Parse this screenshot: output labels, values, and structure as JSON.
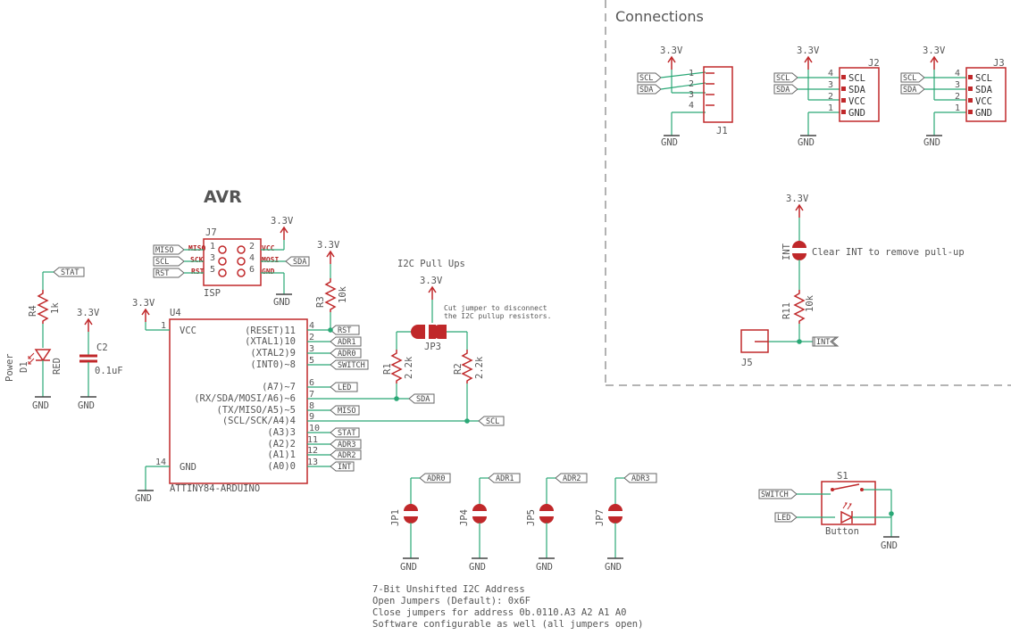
{
  "sections": {
    "avr_title": "AVR",
    "connections_title": "Connections",
    "pullups_title": "I2C Pull Ups"
  },
  "power": {
    "v33": "3.3V",
    "gnd": "GND"
  },
  "net_labels": {
    "scl": "SCL",
    "sda": "SDA",
    "rst": "RST",
    "miso": "MISO",
    "stat": "STAT",
    "int": "INT",
    "adr0": "ADR0",
    "adr1": "ADR1",
    "adr2": "ADR2",
    "adr3": "ADR3",
    "switch": "SWITCH",
    "led": "LED"
  },
  "connectors": {
    "j1": {
      "ref": "J1",
      "pins": [
        "1",
        "2",
        "3",
        "4"
      ]
    },
    "j2": {
      "ref": "J2",
      "pins": [
        "4",
        "3",
        "2",
        "1"
      ],
      "signals": [
        "SCL",
        "SDA",
        "VCC",
        "GND"
      ]
    },
    "j3": {
      "ref": "J3",
      "pins": [
        "4",
        "3",
        "2",
        "1"
      ],
      "signals": [
        "SCL",
        "SDA",
        "VCC",
        "GND"
      ]
    },
    "j5": {
      "ref": "J5"
    },
    "j7": {
      "ref": "J7",
      "sub": "ISP",
      "left_pins": [
        "1",
        "3",
        "5"
      ],
      "right_pins": [
        "2",
        "4",
        "6"
      ],
      "left_sigs": [
        "MISO",
        "SCK",
        "RST"
      ],
      "right_sigs": [
        "VCC",
        "MOSI",
        "GND"
      ]
    }
  },
  "int_jumper": {
    "ref": "INT",
    "note": "Clear INT to remove pull-up"
  },
  "r11": {
    "ref": "R11",
    "value": "10k"
  },
  "r3": {
    "ref": "R3",
    "value": "10k"
  },
  "r4": {
    "ref": "R4",
    "value": "1k"
  },
  "r1": {
    "ref": "R1",
    "value": "2.2k"
  },
  "r2": {
    "ref": "R2",
    "value": "2.2k"
  },
  "jp3": {
    "ref": "JP3",
    "note_line1": "Cut jumper to disconnect",
    "note_line2": "the I2C pullup resistors."
  },
  "d1": {
    "ref": "D1",
    "color": "RED",
    "name": "Power"
  },
  "c2": {
    "ref": "C2",
    "value": "0.1uF"
  },
  "u4": {
    "ref": "U4",
    "part": "ATTINY84-ARDUINO",
    "vcc_label": "VCC",
    "gnd_label": "GND",
    "vcc_pin": "1",
    "gnd_pin": "14",
    "pins": [
      {
        "name": "(RESET)11",
        "num": "4"
      },
      {
        "name": "(XTAL1)10",
        "num": "2"
      },
      {
        "name": "(XTAL2)9",
        "num": "3"
      },
      {
        "name": "(INT0)~8",
        "num": "5"
      },
      {
        "name": "(A7)~7",
        "num": "6"
      },
      {
        "name": "(RX/SDA/MOSI/A6)~6",
        "num": "7"
      },
      {
        "name": "(TX/MISO/A5)~5",
        "num": "8"
      },
      {
        "name": "(SCL/SCK/A4)4",
        "num": "9"
      },
      {
        "name": "(A3)3",
        "num": "10"
      },
      {
        "name": "(A2)2",
        "num": "11"
      },
      {
        "name": "(A1)1",
        "num": "12"
      },
      {
        "name": "(A0)0",
        "num": "13"
      }
    ]
  },
  "jumpers": [
    {
      "ref": "JP1",
      "net": "ADR0"
    },
    {
      "ref": "JP4",
      "net": "ADR1"
    },
    {
      "ref": "JP5",
      "net": "ADR2"
    },
    {
      "ref": "JP7",
      "net": "ADR3"
    }
  ],
  "s1": {
    "ref": "S1",
    "name": "Button"
  },
  "address_notes": [
    "7-Bit Unshifted I2C Address",
    "Open Jumpers (Default): 0x6F",
    "Close jumpers for address 0b.0110.A3 A2 A1 A0",
    "Software configurable as well (all jumpers open)"
  ]
}
